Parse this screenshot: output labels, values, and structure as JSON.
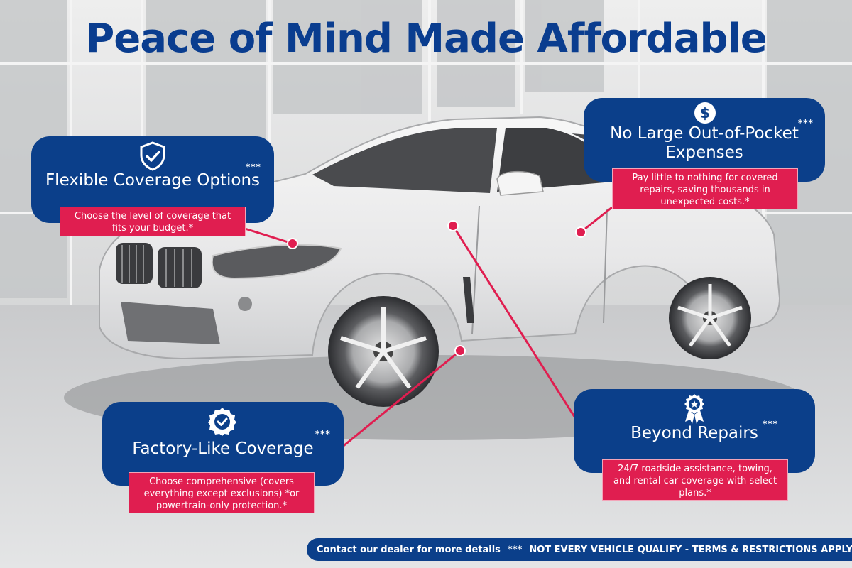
{
  "title": "Peace of Mind Made Affordable",
  "colors": {
    "brand_blue": "#0b3f8a",
    "accent_red": "#e01e50",
    "title_blue": "#0a3d8f"
  },
  "callouts": {
    "flexible": {
      "icon": "shield-check-icon",
      "title": "Flexible Coverage Options",
      "stars": "***",
      "description": "Choose the level of coverage that fits your budget.*"
    },
    "no_large": {
      "icon": "dollar-coin-icon",
      "title_line1": "No Large Out-of-Pocket",
      "title_line2": "Expenses",
      "stars": "***",
      "description": "Pay little to nothing for covered repairs, saving thousands in unexpected costs.*"
    },
    "factory": {
      "icon": "check-badge-icon",
      "title": "Factory-Like Coverage",
      "stars": "***",
      "description": "Choose comprehensive (covers everything except exclusions) *or powertrain-only protection.*"
    },
    "beyond": {
      "icon": "award-ribbon-icon",
      "title": "Beyond Repairs",
      "stars": "***",
      "description": "24/7 roadside assistance, towing, and rental car coverage with select plans.*"
    }
  },
  "footer": {
    "contact": "Contact our dealer for more details",
    "stars": "***",
    "disclaimer": "NOT EVERY VEHICLE QUALIFY - TERMS & RESTRICTIONS APPLY"
  }
}
